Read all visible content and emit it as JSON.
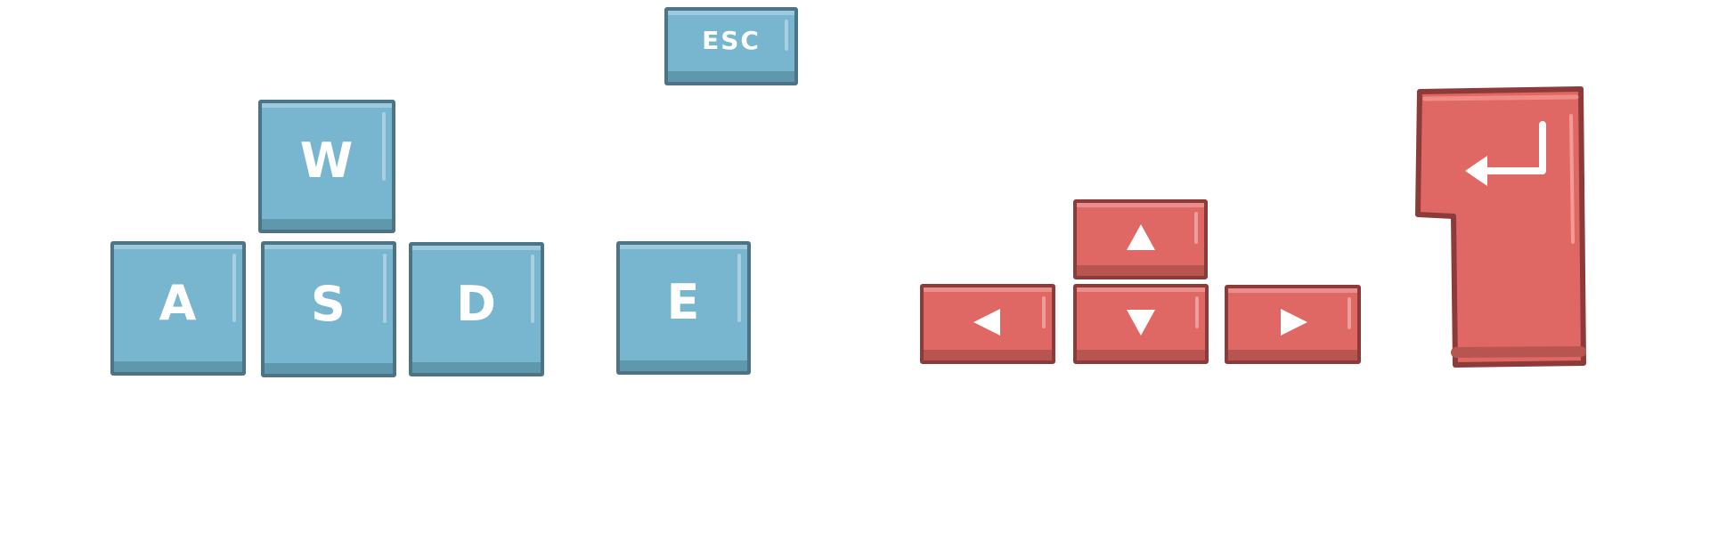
{
  "keys": {
    "esc": "ESC",
    "w": "W",
    "a": "A",
    "s": "S",
    "d": "D",
    "e": "E"
  },
  "arrows": [
    "arrow-up-icon",
    "arrow-left-icon",
    "arrow-down-icon",
    "arrow-right-icon"
  ],
  "enter_icon": "enter-return-icon",
  "colors": {
    "blue_key": "#78b6cf",
    "blue_key_edge": "#4d7485",
    "red_key": "#e06864",
    "red_key_edge": "#8d3b3a",
    "label": "#ffffff",
    "background": "#ffffff"
  }
}
